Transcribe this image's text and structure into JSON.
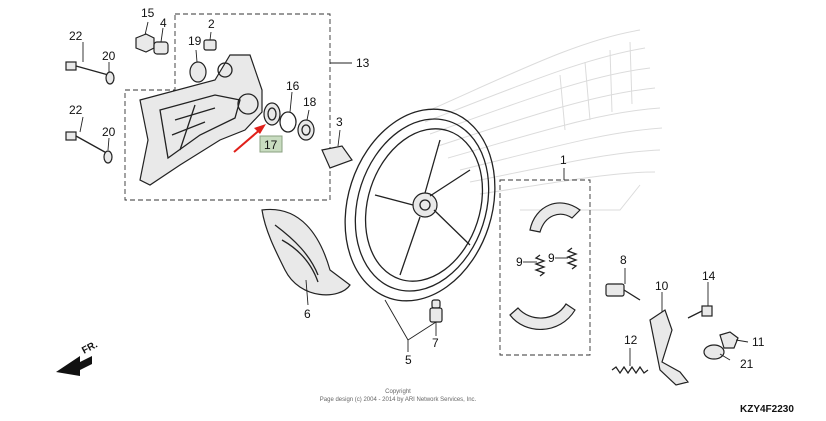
{
  "callouts": {
    "c1": "1",
    "c2": "2",
    "c3": "3",
    "c4": "4",
    "c5": "5",
    "c6": "6",
    "c7": "7",
    "c8": "8",
    "c9a": "9",
    "c9b": "9",
    "c10": "10",
    "c11": "11",
    "c12": "12",
    "c13": "13",
    "c14": "14",
    "c15": "15",
    "c16": "16",
    "c17": "17",
    "c18": "18",
    "c19": "19",
    "c20a": "20",
    "c20b": "20",
    "c21": "21",
    "c22a": "22",
    "c22b": "22"
  },
  "highlight": {
    "part": "17",
    "color": "#c8dcc0",
    "arrow_color": "#e0201a"
  },
  "direction_label": "FR.",
  "copyright": {
    "line1": "Copyright",
    "line2": "Page design (c) 2004 - 2014 by ARI Network Services, Inc."
  },
  "diagram_code": "KZY4F2230",
  "watermark_color": "#d8d8d8"
}
